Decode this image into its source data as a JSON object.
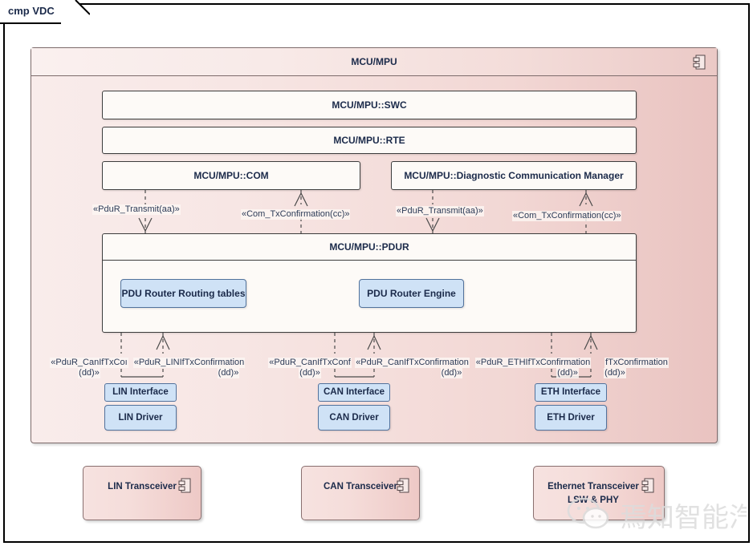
{
  "frame": {
    "label": "cmp VDC"
  },
  "component": {
    "title": "MCU/MPU",
    "icon": "component-icon"
  },
  "layers": [
    {
      "id": "swc",
      "label": "MCU/MPU::SWC"
    },
    {
      "id": "rte",
      "label": "MCU/MPU::RTE"
    },
    {
      "id": "com",
      "label": "MCU/MPU::COM"
    },
    {
      "id": "dcm",
      "label": "MCU/MPU::Diagnostic Communication Manager"
    }
  ],
  "pdur": {
    "title": "MCU/MPU::PDUR",
    "parts": [
      {
        "label": "PDU Router Routing tables"
      },
      {
        "label": "PDU Router Engine"
      }
    ]
  },
  "connector_labels": {
    "com_transmit": "«PduR_Transmit(aa)»",
    "com_txconf": "«Com_TxConfirmation(cc)»",
    "dcm_transmit": "«PduR_Transmit(aa)»",
    "dcm_txconf": "«Com_TxConfirmation(cc)»",
    "lin_left_l1": "«PduR_CanIfTxCoı",
    "lin_left_l2": "(dd)»",
    "lin_right_l1": "«PduR_LINIfTxConfirmation",
    "lin_right_l2": "(dd)»",
    "can_left_l1": "«PduR_CanIfTxConf",
    "can_left_l2": "(dd)»",
    "can_right_l1": "«PduR_CanIfTxConfirmation",
    "can_right_l2": "(dd)»",
    "eth_left_l1": "«PduR_ETHIfTxConfirmation",
    "eth_left_l2": "(dd)»",
    "eth_right_l1": "fTxConfirmation",
    "eth_right_l2": "(dd)»"
  },
  "interfaces": [
    {
      "label": "LIN Interface"
    },
    {
      "label": "CAN Interface"
    },
    {
      "label": "ETH Interface"
    }
  ],
  "drivers": [
    {
      "label": "LIN Driver"
    },
    {
      "label": "CAN Driver"
    },
    {
      "label": "ETH Driver"
    }
  ],
  "transceivers": [
    {
      "label": "LIN Transceiver",
      "icon": "component-icon"
    },
    {
      "label": "CAN Transceiver",
      "icon": "component-icon"
    },
    {
      "label": "Ethernet Transceiver LSW & PHY",
      "icon": "component-icon"
    }
  ],
  "watermark": {
    "text": "焉知智能汽车",
    "icon": "wechat-icon"
  },
  "colors": {
    "component_fill_light": "#f9eceb",
    "component_fill_dark": "#e9c3c0",
    "component_border": "#7d6b6b",
    "layer_fill": "#fdfaf7",
    "layer_border": "#3d3d3d",
    "inner_blue_fill": "#cfe2f6",
    "inner_blue_border": "#52729c",
    "text": "#1b2a4a",
    "frame_border": "#000000",
    "watermark": "#d8d8d8"
  }
}
